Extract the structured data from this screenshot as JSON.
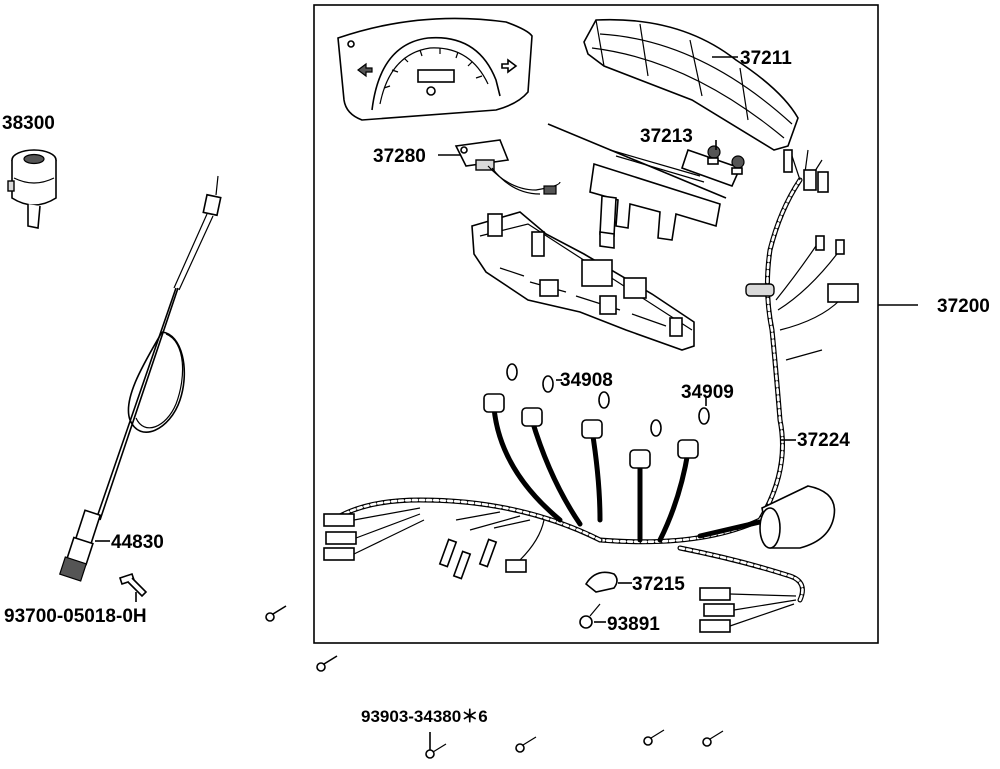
{
  "labels": {
    "p38300": "38300",
    "p44830": "44830",
    "p93700": "93700-05018-0H",
    "p37211": "37211",
    "p37280": "37280",
    "p37213": "37213",
    "p37200": "37200",
    "p34908": "34908",
    "p34909": "34909",
    "p37224": "37224",
    "p37215": "37215",
    "p93891": "93891",
    "p93903": "93903-34380＊6"
  }
}
